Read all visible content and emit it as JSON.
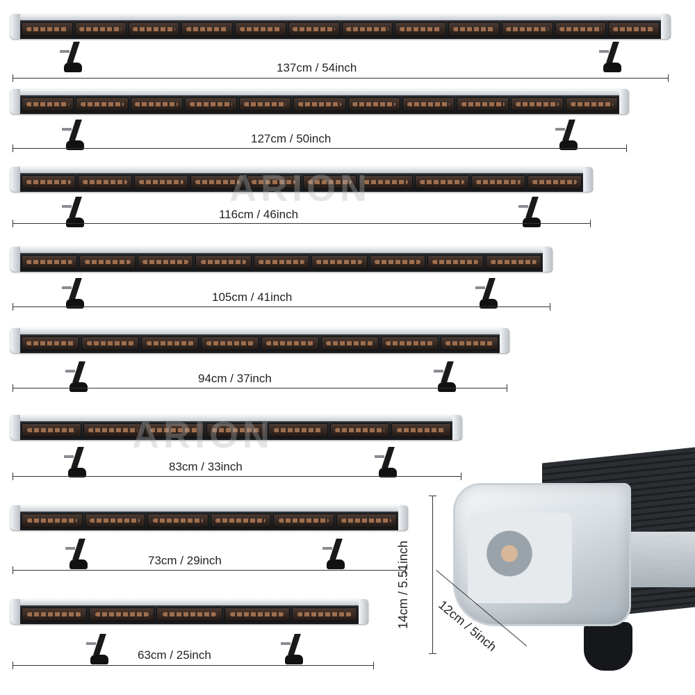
{
  "watermark": {
    "text": "ARION"
  },
  "bars": [
    {
      "label": "137cm / 54inch",
      "modules": 12
    },
    {
      "label": "127cm / 50inch",
      "modules": 11
    },
    {
      "label": "116cm / 46inch",
      "modules": 10
    },
    {
      "label": "105cm / 41inch",
      "modules": 9
    },
    {
      "label": "94cm / 37inch",
      "modules": 8
    },
    {
      "label": "83cm / 33inch",
      "modules": 7
    },
    {
      "label": "73cm / 29inch",
      "modules": 6
    },
    {
      "label": "63cm / 25inch",
      "modules": 5
    }
  ],
  "closeup": {
    "height_label": "14cm / 5.51inch",
    "depth_label": "12cm / 5inch"
  }
}
